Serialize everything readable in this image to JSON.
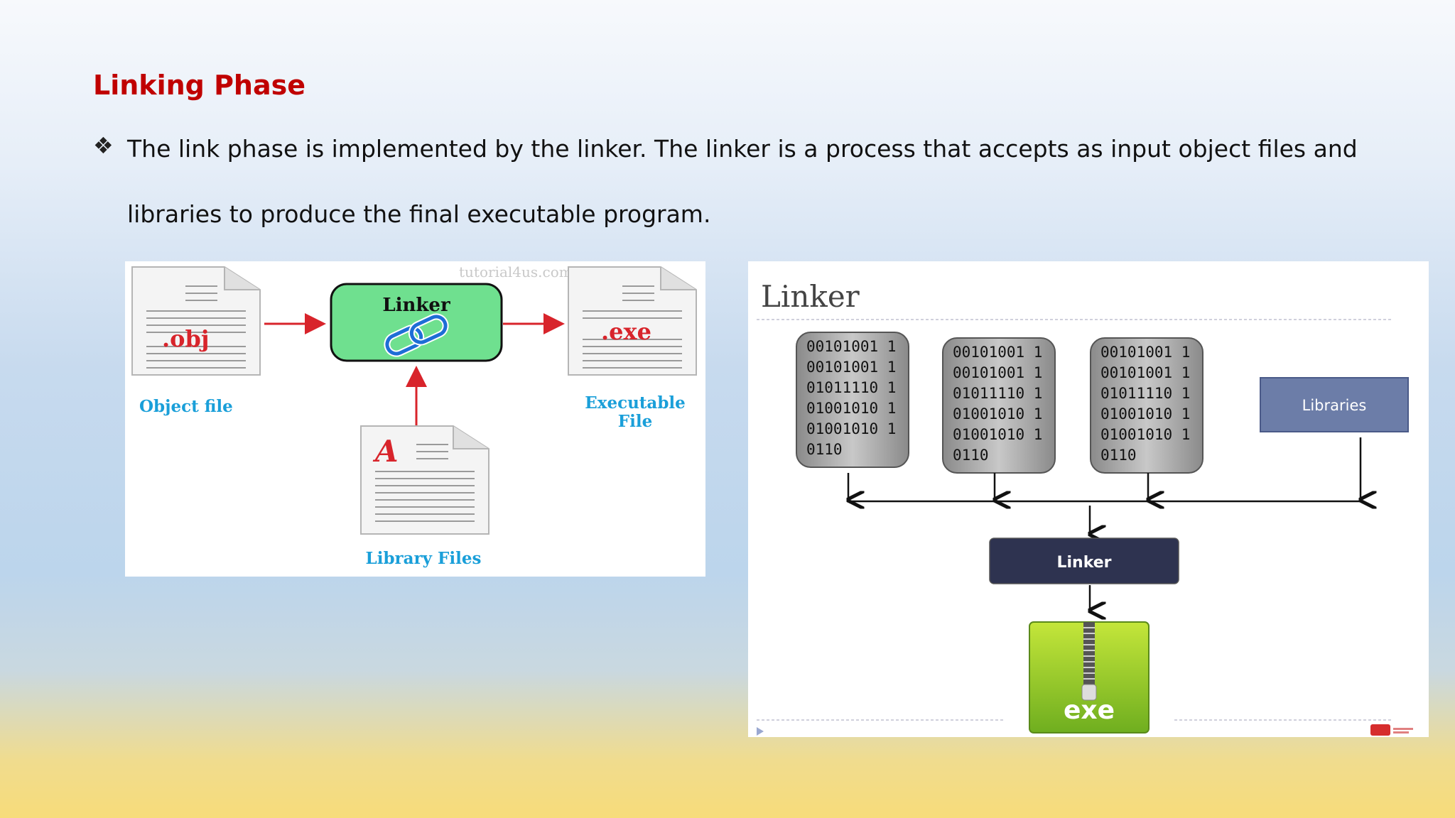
{
  "slide": {
    "title": "Linking Phase",
    "bullet_glyph": "❖",
    "bullet_text": "The link phase is implemented by the linker. The linker is a process that accepts as input object files and libraries to produce the final executable program."
  },
  "left_diagram": {
    "watermark": "tutorial4us.com",
    "linker_label": "Linker",
    "obj_ext": ".obj",
    "exe_ext": ".exe",
    "object_file_caption": "Object file",
    "executable_caption_line1": "Executable",
    "executable_caption_line2": "File",
    "library_caption": "Library Files",
    "library_letter": "A",
    "colors": {
      "linker_fill": "#6fe08f",
      "arrow": "#d8242b",
      "caption": "#1a9fd9"
    }
  },
  "right_diagram": {
    "title": "Linker",
    "binary_lines": [
      "00101001 1",
      "00101001 1",
      "01011110 1",
      "01001010 1",
      "01001010 1",
      "0110"
    ],
    "libraries_label": "Libraries",
    "linker_label": "Linker",
    "exe_label": "exe",
    "colors": {
      "libraries_fill": "#6c7da8",
      "linker_fill": "#2e3350",
      "exe_fill": "#8cc62a"
    }
  }
}
